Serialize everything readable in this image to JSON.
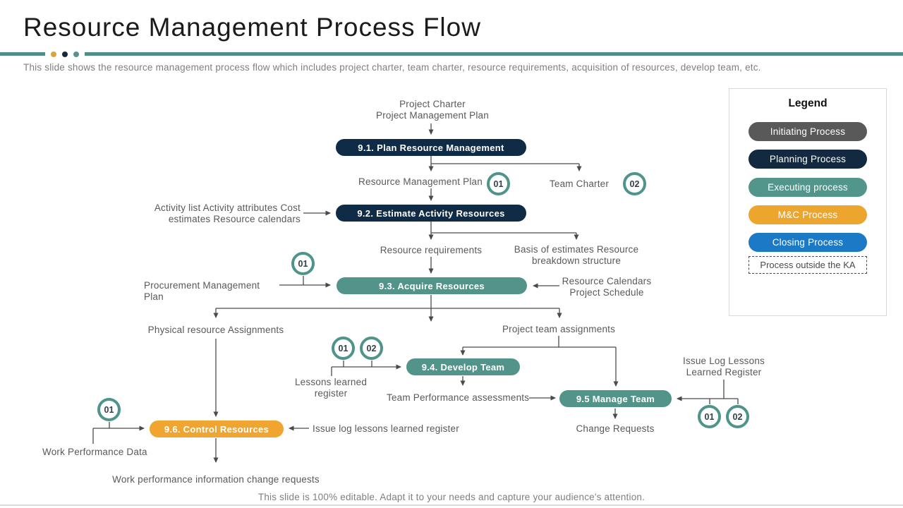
{
  "slide": {
    "title": "Resource Management Process Flow",
    "subtitle": "This slide shows the resource management process flow which includes project charter, team charter, resource requirements, acquisition of resources, develop team, etc.",
    "footer": "This slide is 100% editable. Adapt it to your needs and capture your audience's attention."
  },
  "colors": {
    "planning_navy": "#102b46",
    "executing_teal": "#53948a",
    "mc_orange": "#f0a531",
    "initiating_gray": "#595959",
    "closing_blue": "#1c79c5",
    "divider_teal": "#4e8d88",
    "connector_gray": "#4a4a4a",
    "badge_ring_teal": "#4f948a"
  },
  "legend": {
    "title": "Legend",
    "items": [
      {
        "label": "Initiating Process",
        "color": "#595959"
      },
      {
        "label": "Planning Process",
        "color": "#12293f"
      },
      {
        "label": "Executing process",
        "color": "#52968b"
      },
      {
        "label": "M&C Process",
        "color": "#eda62d"
      },
      {
        "label": "Closing Process",
        "color": "#1c79c5"
      },
      {
        "label": "Process outside the KA",
        "color": "dashed-outline"
      }
    ]
  },
  "flow": {
    "nodes": {
      "n91": "9.1. Plan Resource Management",
      "n92": "9.2. Estimate Activity Resources",
      "n93": "9.3. Acquire Resources",
      "n94": "9.4. Develop Team",
      "n95": "9.5 Manage Team",
      "n96": "9.6. Control Resources"
    },
    "labels": {
      "project_charter": "Project Charter\nProject Management Plan",
      "resource_management_plan": "Resource Management Plan",
      "team_charter": "Team Charter",
      "activity_list": "Activity list Activity attributes Cost\nestimates Resource calendars",
      "resource_requirements": "Resource requirements",
      "basis_of_estimates": "Basis of estimates Resource\nbreakdown structure",
      "procurement_management_plan": "Procurement Management Plan",
      "resource_calendars": "Resource Calendars\nProject Schedule",
      "physical_resource_assignments": "Physical resource Assignments",
      "project_team_assignments": "Project team assignments",
      "lessons_learned_register": "Lessons learned\nregister",
      "team_performance_assessments": "Team Performance assessments",
      "issue_log_lessons_learned": "Issue Log Lessons\nLearned Register",
      "change_requests": "Change Requests",
      "issue_log_lessons_lower": "Issue log lessons learned register",
      "work_performance_data": "Work Performance Data",
      "work_performance_information": "Work performance information change requests"
    },
    "badges": {
      "one": "01",
      "two": "02"
    }
  }
}
